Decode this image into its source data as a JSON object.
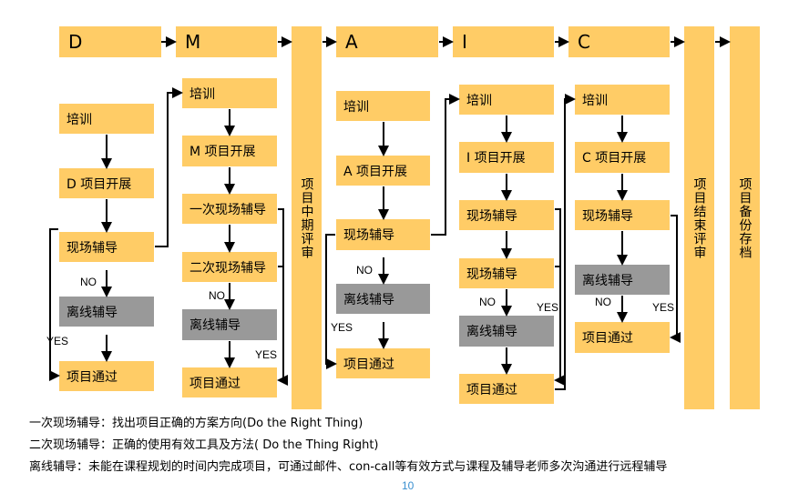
{
  "phases": {
    "d": "D",
    "m": "M",
    "a": "A",
    "i": "I",
    "c": "C",
    "mid_review": "项目中期评审",
    "end_review": "项目结束评审",
    "archive": "项目备份存档"
  },
  "d": {
    "train": "培训",
    "start": "D 项目开展",
    "onsite": "现场辅导",
    "offline": "离线辅导",
    "pass": "项目通过"
  },
  "m": {
    "train": "培训",
    "start": "M 项目开展",
    "onsite1": "一次现场辅导",
    "onsite2": "二次现场辅导",
    "offline": "离线辅导",
    "pass": "项目通过"
  },
  "a": {
    "train": "培训",
    "start": "A 项目开展",
    "onsite": "现场辅导",
    "offline": "离线辅导",
    "pass": "项目通过"
  },
  "i": {
    "train": "培训",
    "start": "I 项目开展",
    "onsite1": "现场辅导",
    "onsite2": "现场辅导",
    "offline": "离线辅导",
    "pass": "项目通过"
  },
  "c": {
    "train": "培训",
    "start": "C 项目开展",
    "onsite": "现场辅导",
    "offline": "离线辅导",
    "pass": "项目通过"
  },
  "labels": {
    "no": "NO",
    "yes": "YES"
  },
  "notes": [
    "一次现场辅导：找出项目正确的方案方向(Do the Right Thing)",
    "二次现场辅导：正确的使用有效工具及方法( Do the Thing Right)",
    "离线辅导：未能在课程规划的时间内完成项目，可通过邮件、con-call等有效方式与课程及辅导老师多次沟通进行远程辅导"
  ],
  "page_number": "10"
}
